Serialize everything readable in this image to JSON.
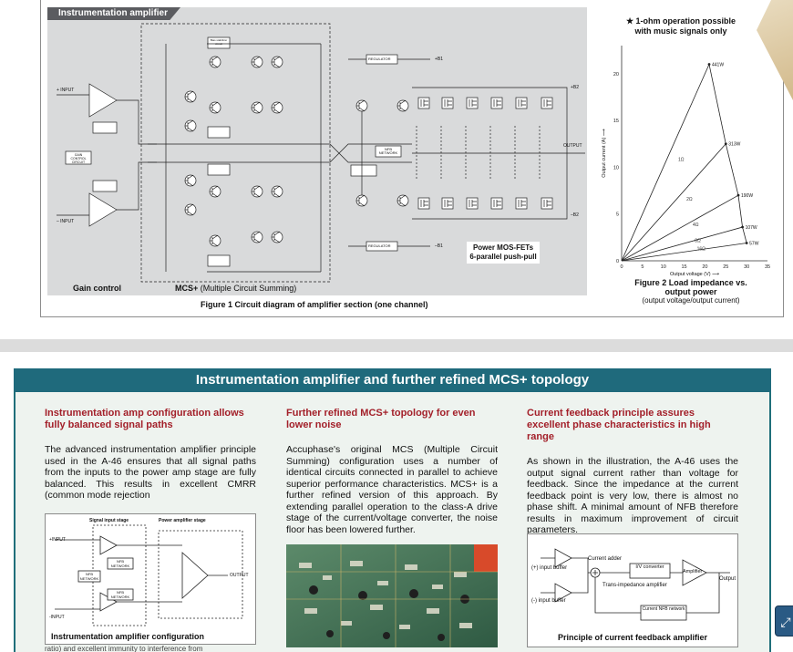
{
  "page1": {
    "circuit_tag": "Instrumentation amplifier",
    "labels": {
      "gain_control": "Gain control",
      "mcs_bold": "MCS+",
      "mcs_rest": " (Multiple Circuit Summing)",
      "power": "Power MOS-FETs",
      "power2": "6-parallel push-pull",
      "input_plus": "+ INPUT",
      "input_minus": "– INPUT",
      "output": "OUTPUT",
      "regulator": "REGULATOR",
      "nfb_network": "NFB NETWORK",
      "bias_circuit": "Bias stabilizer circuit",
      "gain_circuit": "GAIN CONTROL CIRCUIT",
      "b1_plus": "+B1",
      "b1_minus": "–B1",
      "b2_plus": "+B2",
      "b2_minus": "–B2"
    },
    "fig1_caption": "Figure 1 Circuit diagram of amplifier section (one channel)",
    "graph": {
      "note_line1": "★ 1-ohm operation possible",
      "note_line2": "with music signals only",
      "ylabel": "Output current (A) ⟶",
      "xlabel": "Output voltage (V) ⟶",
      "fig2_title": "Figure 2 Load impedance vs. output power",
      "fig2_sub": "(output voltage/output current)"
    },
    "chart_data": {
      "type": "line",
      "title": "",
      "xlabel": "Output voltage (V) ⟶",
      "ylabel": "Output current (A) ⟶",
      "xlim": [
        0,
        35
      ],
      "ylim": [
        0,
        23
      ],
      "xticks": [
        0,
        5,
        10,
        15,
        20,
        25,
        30,
        35
      ],
      "yticks": [
        0,
        5,
        10,
        15,
        20
      ],
      "series": [
        {
          "name": "1Ω",
          "x": [
            0,
            21
          ],
          "y": [
            0,
            21
          ]
        },
        {
          "name": "2Ω",
          "x": [
            0,
            25
          ],
          "y": [
            0,
            12.5
          ]
        },
        {
          "name": "4Ω",
          "x": [
            0,
            28
          ],
          "y": [
            0,
            7
          ]
        },
        {
          "name": "8Ω",
          "x": [
            0,
            29
          ],
          "y": [
            0,
            3.6
          ]
        },
        {
          "name": "16Ω",
          "x": [
            0,
            30
          ],
          "y": [
            0,
            1.9
          ]
        }
      ],
      "power_points": [
        {
          "label": "441W",
          "x": 21,
          "y": 21
        },
        {
          "label": "313W",
          "x": 25,
          "y": 12.5
        },
        {
          "label": "190W",
          "x": 28,
          "y": 7
        },
        {
          "label": "107W",
          "x": 29,
          "y": 3.6
        },
        {
          "label": "57W",
          "x": 30,
          "y": 1.9
        }
      ]
    }
  },
  "page2": {
    "header": "Instrumentation amplifier and further refined MCS+ topology",
    "col1_title": "Instrumentation amp configuration allows fully balanced signal paths",
    "col1_body": "The advanced instrumentation amplifier principle used in the A-46 ensures that all signal paths from the inputs to the power amp stage are fully balanced. This results in excellent CMRR (common mode rejection",
    "col1_cut": "ratio) and excellent immunity to interference from",
    "col2_title": "Further refined MCS+ topology for even lower noise",
    "col2_body": "Accuphase's original MCS (Multiple Circuit Summing) configuration uses a number of identical circuits connected in parallel to achieve superior performance characteristics. MCS+ is a further refined version of this approach. By extending parallel operation to the class-A drive stage of the current/voltage converter, the noise floor has been lowered further.",
    "col3_title": "Current feedback principle assures excellent phase characteristics in high range",
    "col3_body": "As shown in the illustration, the A-46 uses the output signal current rather than voltage for feedback. Since the impedance at the current feedback point is very low, there is almost no phase shift. A minimal amount of NFB therefore results in maximum improvement of circuit parameters.",
    "inst_fig": {
      "caption": "Instrumentation amplifier configuration",
      "signal_input": "Signal input stage",
      "power_stage": "Power amplifier stage",
      "input_plus": "+INPUT",
      "input_minus": "-INPUT",
      "output": "OUTPUT",
      "nfb": "NFB NETWORK"
    },
    "cfb_fig": {
      "caption": "Principle of current feedback amplifier",
      "plus_buffer": "(+) input buffer",
      "minus_buffer": "(-) input buffer",
      "adder": "Current adder",
      "iv": "I/V converter",
      "trans": "Trans-impedance amplifier",
      "amp": "Amplifier",
      "output": "Output",
      "nfb": "Current NFB network"
    }
  }
}
